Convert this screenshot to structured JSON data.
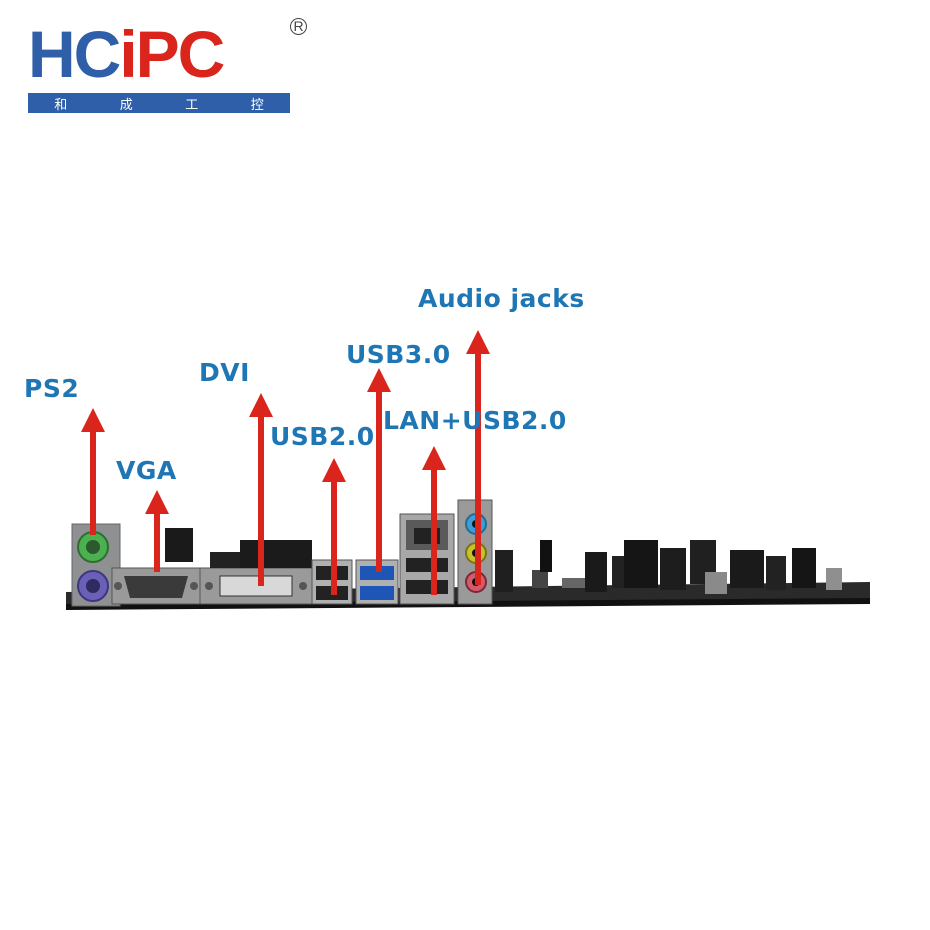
{
  "logo": {
    "brand_blue": "HC",
    "brand_red": "iPC",
    "registered": "R",
    "subtitle_chars": [
      "和",
      "成",
      "工",
      "控"
    ]
  },
  "labels": {
    "ps2": "PS2",
    "vga": "VGA",
    "dvi": "DVI",
    "usb20": "USB2.0",
    "usb30": "USB3.0",
    "lan_usb20": "LAN+USB2.0",
    "audio": "Audio jacks"
  },
  "colors": {
    "label_blue": "#1f76b5",
    "arrow_red": "#d9251c",
    "logo_blue": "#2e5fa8"
  }
}
